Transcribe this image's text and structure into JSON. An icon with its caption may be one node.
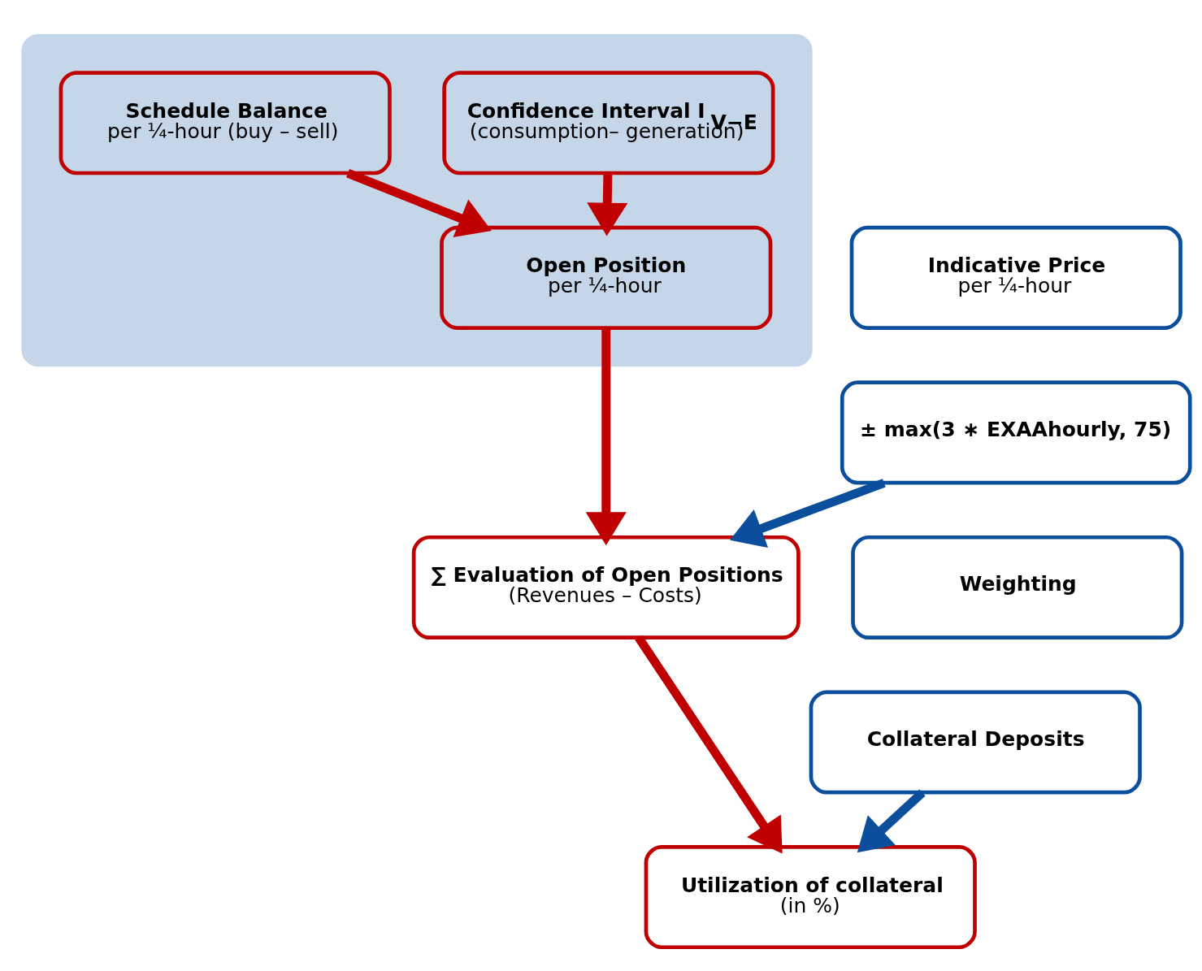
{
  "diagram": {
    "nodes": [
      {
        "text": [],
        "shape": "ellipse"
      },
      {
        "text": [
          "Schedule Balance",
          "per ¼-hour (buy – sell)"
        ],
        "in": 0
      },
      {
        "text": [
          "Confidence Interval I$_{V−E}$",
          "(consumption– generation)"
        ],
        "in": 0
      },
      {
        "text": [
          "Open Position",
          "per ¼-hour"
        ],
        "in": 0
      },
      {
        "text": [
          "Indicative Price",
          "per ¼-hour"
        ]
      },
      {
        "text": [
          "± max(3 ∗ EXAAhourly, 75)"
        ]
      },
      {
        "text": [
          "Weighting"
        ]
      },
      {
        "text": [
          "∑ Evaluation of Open Positions",
          "(Revenues – Costs)"
        ]
      },
      {
        "text": [
          "Collateral Deposits"
        ]
      },
      {
        "text": [
          "Utilization of collateral",
          "(in %)"
        ]
      }
    ],
    "edges": [
      {
        "from": 1,
        "to": 3,
        "arrow": "to"
      },
      {
        "from": 2,
        "to": 3,
        "arrow": "to"
      },
      {
        "from": 3,
        "to": 7,
        "arrow": "to"
      },
      {
        "from": 5,
        "to": 7,
        "arrow": "to",
        "color": "#0b4f9c"
      },
      {
        "from": 7,
        "to": 9,
        "arrow": "to"
      },
      {
        "from": 8,
        "to": 9,
        "arrow": "to",
        "color": "#0b4f9c"
      }
    ]
  }
}
